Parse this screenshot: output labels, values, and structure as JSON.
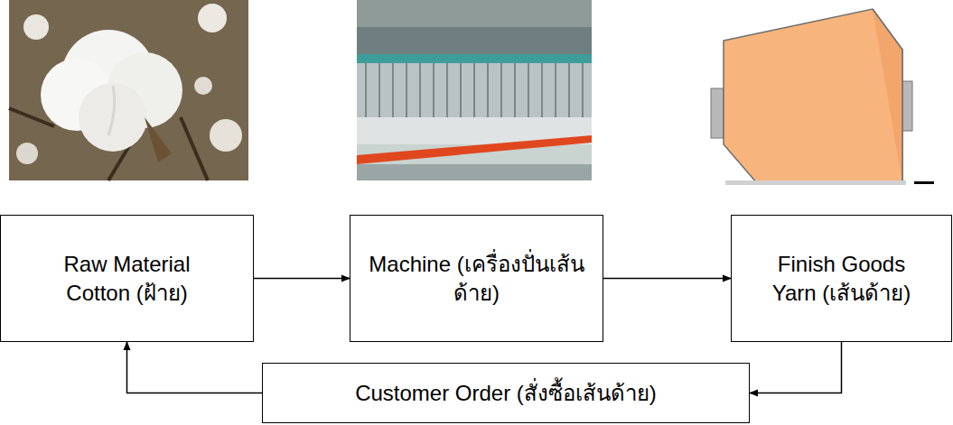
{
  "diagram": {
    "nodes": [
      {
        "text": [
          "Raw Material Cotton (ฝ้าย)"
        ]
      },
      {
        "text": [
          "Machine (เครื่องปั่นเส้นด้าย)"
        ]
      },
      {
        "text": [
          "Finish Goods Yarn (เส้นด้าย)"
        ]
      },
      {
        "text": [
          "Customer Order (สั่งซื้อเส้นด้าย)"
        ]
      }
    ],
    "edges": [
      {
        "from": 0,
        "to": 1,
        "arrow": "to"
      },
      {
        "from": 1,
        "to": 2,
        "arrow": "to"
      },
      {
        "from": 2,
        "to": 3,
        "arrow": "to"
      },
      {
        "from": 3,
        "to": 0,
        "arrow": "to"
      }
    ]
  }
}
